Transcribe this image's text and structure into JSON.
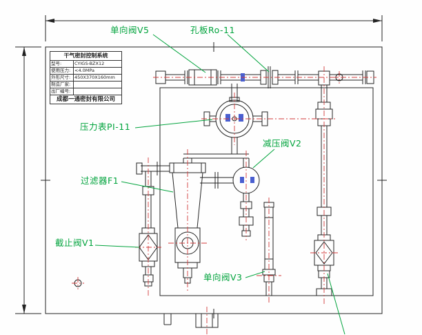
{
  "title_block": {
    "title": "干气密封控制系统",
    "rows": [
      {
        "label": "型号:",
        "value": "CYIGS-BZX12"
      },
      {
        "label": "使用压力:",
        "value": "<4.0MPa"
      },
      {
        "label": "外形尺寸:",
        "value": "450X370X160mm"
      },
      {
        "label": "制造厂家:",
        "value": ""
      },
      {
        "label": "出厂编号:",
        "value": ""
      }
    ],
    "company": "成都一通密封有限公司"
  },
  "labels": [
    {
      "id": "check-valve-v5",
      "text": "单向阀V5"
    },
    {
      "id": "orifice-ro11",
      "text": "孔板Ro-11"
    },
    {
      "id": "pressure-gauge-pi11",
      "text": "压力表PI-11"
    },
    {
      "id": "reducing-valve-v2",
      "text": "减压阀V2"
    },
    {
      "id": "filter-f1",
      "text": "过滤器F1"
    },
    {
      "id": "stop-valve-v1",
      "text": "截止阀V1"
    },
    {
      "id": "check-valve-v3",
      "text": "单向阀V3"
    }
  ],
  "colors": {
    "line": "#222222",
    "centerline": "#d23a3a",
    "label": "#00a33c",
    "hatch": "#4a5fd0"
  }
}
